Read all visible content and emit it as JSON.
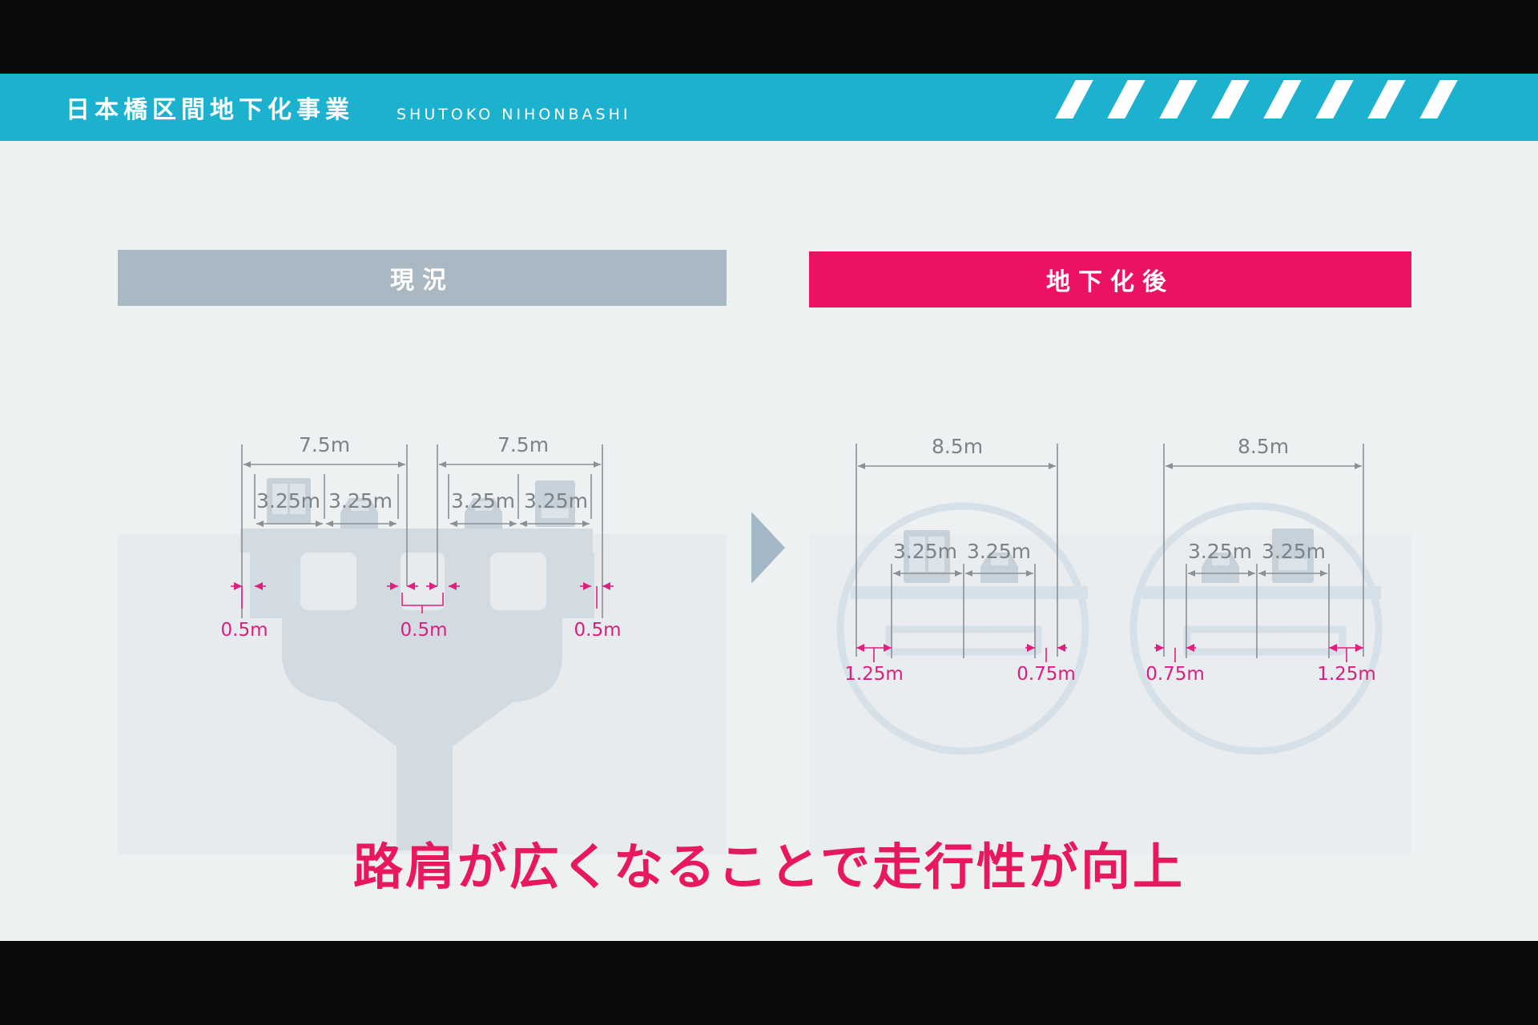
{
  "header": {
    "title": "日本橋区間地下化事業",
    "subtitle": "SHUTOKO NIHONBASHI",
    "band_color": "#1cb2cf"
  },
  "current": {
    "label": "現況",
    "bar_color": "#a9b8c2",
    "carriageway_width": [
      "7.5m",
      "7.5m"
    ],
    "lane_widths": [
      "3.25m",
      "3.25m",
      "3.25m",
      "3.25m"
    ],
    "shoulder_widths": [
      "0.5m",
      "0.5m",
      "0.5m"
    ]
  },
  "after": {
    "label": "地下化後",
    "bar_color": "#eb1264",
    "carriageway_width": [
      "8.5m",
      "8.5m"
    ],
    "lane_widths": [
      "3.25m",
      "3.25m",
      "3.25m",
      "3.25m"
    ],
    "shoulder_widths": [
      "1.25m",
      "0.75m",
      "0.75m",
      "1.25m"
    ]
  },
  "arrow_icon": "chevron-right-icon",
  "message": {
    "text": "路肩が広くなることで走行性が向上",
    "color": "#e8185e"
  }
}
